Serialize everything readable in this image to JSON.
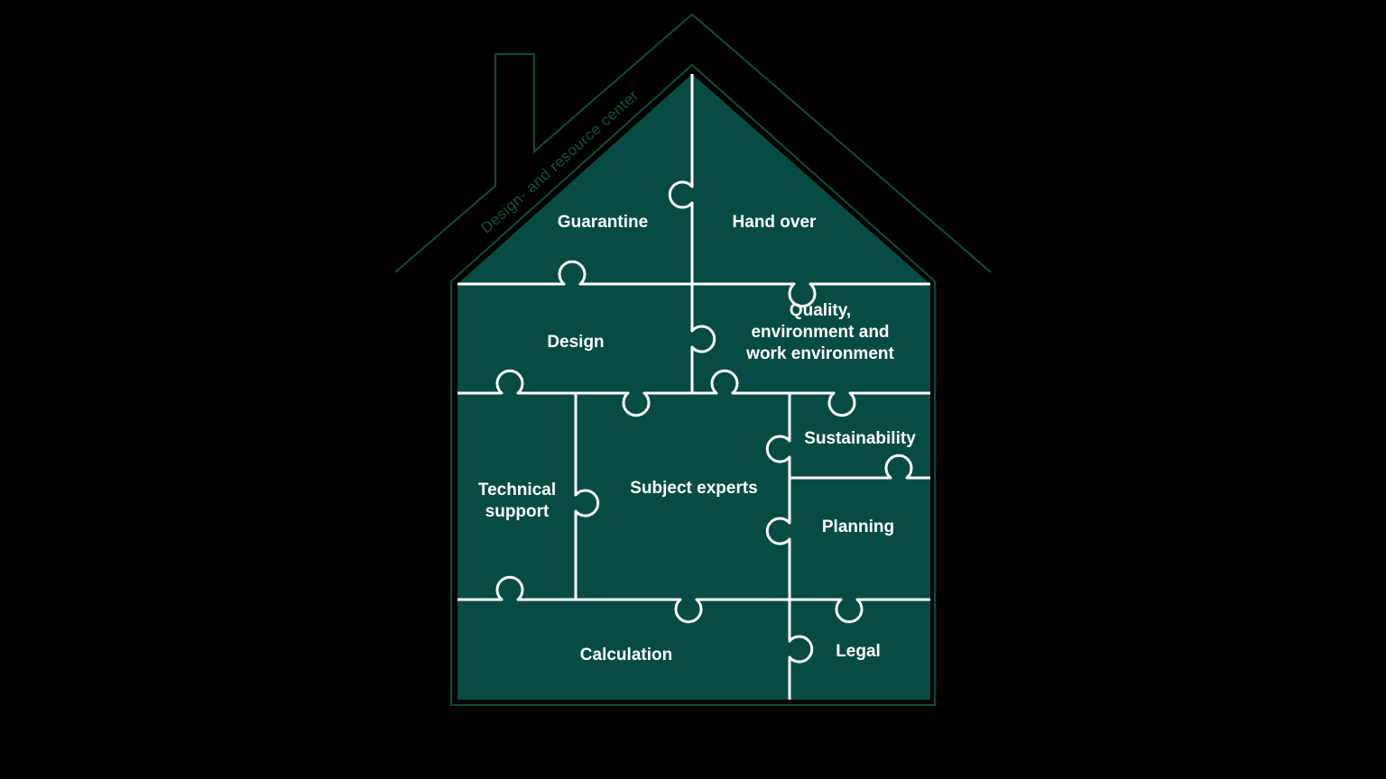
{
  "colors": {
    "background": "#000000",
    "house_fill": "#074c42",
    "outline": "#0d4c40",
    "seams": "#ffffff",
    "roof_text": "#0d5446"
  },
  "roof_label": "Design- and resource center",
  "pieces": {
    "guarantine": "Guarantine",
    "hand_over": "Hand over",
    "design": "Design",
    "quality": [
      "Quality,",
      "environment and",
      "work environment"
    ],
    "technical_support": [
      "Technical",
      "support"
    ],
    "subject_experts": "Subject experts",
    "sustainability": "Sustainability",
    "planning": "Planning",
    "calculation": "Calculation",
    "legal": "Legal"
  }
}
